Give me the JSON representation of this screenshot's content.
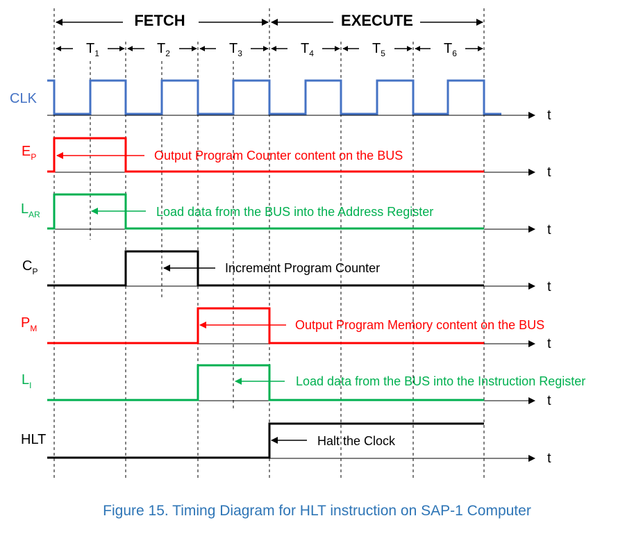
{
  "phases": {
    "fetch": "FETCH",
    "execute": "EXECUTE"
  },
  "t_states": [
    {
      "base": "T",
      "sub": "1"
    },
    {
      "base": "T",
      "sub": "2"
    },
    {
      "base": "T",
      "sub": "3"
    },
    {
      "base": "T",
      "sub": "4"
    },
    {
      "base": "T",
      "sub": "5"
    },
    {
      "base": "T",
      "sub": "6"
    }
  ],
  "axis_label": "t",
  "signals": [
    {
      "id": "clk",
      "base": "CLK",
      "sub": "",
      "color": "#4472c4",
      "annotation": ""
    },
    {
      "id": "ep",
      "base": "E",
      "sub": "P",
      "color": "#ff0000",
      "annotation": "Output Program Counter content on the BUS"
    },
    {
      "id": "lar",
      "base": "L",
      "sub": "AR",
      "color": "#00b050",
      "annotation": "Load data from the BUS into the Address Register"
    },
    {
      "id": "cp",
      "base": "C",
      "sub": "P",
      "color": "#000000",
      "annotation": "Increment Program Counter"
    },
    {
      "id": "pm",
      "base": "P",
      "sub": "M",
      "color": "#ff0000",
      "annotation": "Output Program Memory content on the BUS"
    },
    {
      "id": "li",
      "base": "L",
      "sub": "I",
      "color": "#00b050",
      "annotation": "Load data from the BUS into the Instruction Register"
    },
    {
      "id": "hlt",
      "base": "HLT",
      "sub": "",
      "color": "#000000",
      "annotation": "Halt the Clock"
    }
  ],
  "caption": "Figure 15. Timing Diagram for HLT instruction on SAP-1 Computer"
}
